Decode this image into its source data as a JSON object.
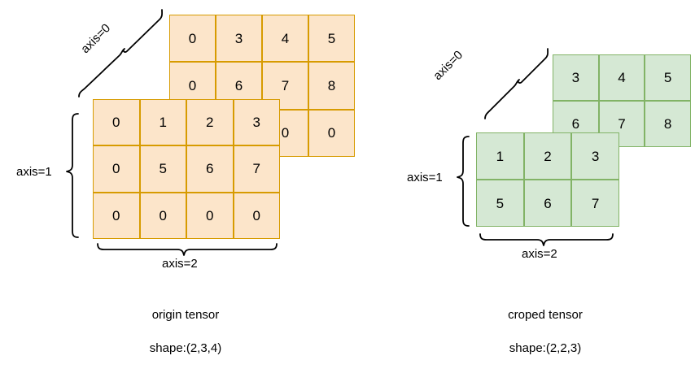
{
  "diagram": {
    "title_semantic": "tensor-crop-illustration",
    "colors": {
      "orange_fill": "#fce5ca",
      "orange_stroke": "#d79b00",
      "green_fill": "#d5e8d4",
      "green_stroke": "#82b366",
      "text": "#000000",
      "background": "#ffffff"
    }
  },
  "origin": {
    "caption": "origin tensor\nshape:(2,3,4)",
    "caption_line1": "origin tensor",
    "caption_line2": "shape:(2,3,4)",
    "axis0_label": "axis=0",
    "axis1_label": "axis=1",
    "axis2_label": "axis=2",
    "shape": [
      2,
      3,
      4
    ],
    "back_slice": [
      [
        "0",
        "3",
        "4",
        "5"
      ],
      [
        "0",
        "6",
        "7",
        "8"
      ],
      [
        "",
        "",
        "0",
        "0"
      ]
    ],
    "front_slice": [
      [
        "0",
        "1",
        "2",
        "3"
      ],
      [
        "0",
        "5",
        "6",
        "7"
      ],
      [
        "0",
        "0",
        "0",
        "0"
      ]
    ]
  },
  "croped": {
    "caption": "croped tensor\nshape:(2,2,3)",
    "caption_line1": "croped tensor",
    "caption_line2": "shape:(2,2,3)",
    "axis0_label": "axis=0",
    "axis1_label": "axis=1",
    "axis2_label": "axis=2",
    "shape": [
      2,
      2,
      3
    ],
    "back_slice": [
      [
        "3",
        "4",
        "5"
      ],
      [
        "6",
        "7",
        "8"
      ]
    ],
    "front_slice": [
      [
        "1",
        "2",
        "3"
      ],
      [
        "5",
        "6",
        "7"
      ]
    ]
  },
  "chart_data": {
    "type": "diagram",
    "title": "origin tensor vs croped tensor",
    "panels": [
      {
        "name": "origin tensor",
        "shape": [
          2,
          3,
          4
        ],
        "back_matrix": [
          [
            "0",
            "3",
            "4",
            "5"
          ],
          [
            "0",
            "6",
            "7",
            "8"
          ],
          [
            "",
            "",
            "0",
            "0"
          ]
        ],
        "front_matrix": [
          [
            "0",
            "1",
            "2",
            "3"
          ],
          [
            "0",
            "5",
            "6",
            "7"
          ],
          [
            "0",
            "0",
            "0",
            "0"
          ]
        ],
        "axes": [
          "axis=0",
          "axis=1",
          "axis=2"
        ],
        "fill": "#fce5ca",
        "stroke": "#d79b00"
      },
      {
        "name": "croped tensor",
        "shape": [
          2,
          2,
          3
        ],
        "back_matrix": [
          [
            "3",
            "4",
            "5"
          ],
          [
            "6",
            "7",
            "8"
          ]
        ],
        "front_matrix": [
          [
            "1",
            "2",
            "3"
          ],
          [
            "5",
            "6",
            "7"
          ]
        ],
        "axes": [
          "axis=0",
          "axis=1",
          "axis=2"
        ],
        "fill": "#d5e8d4",
        "stroke": "#82b366"
      }
    ]
  }
}
